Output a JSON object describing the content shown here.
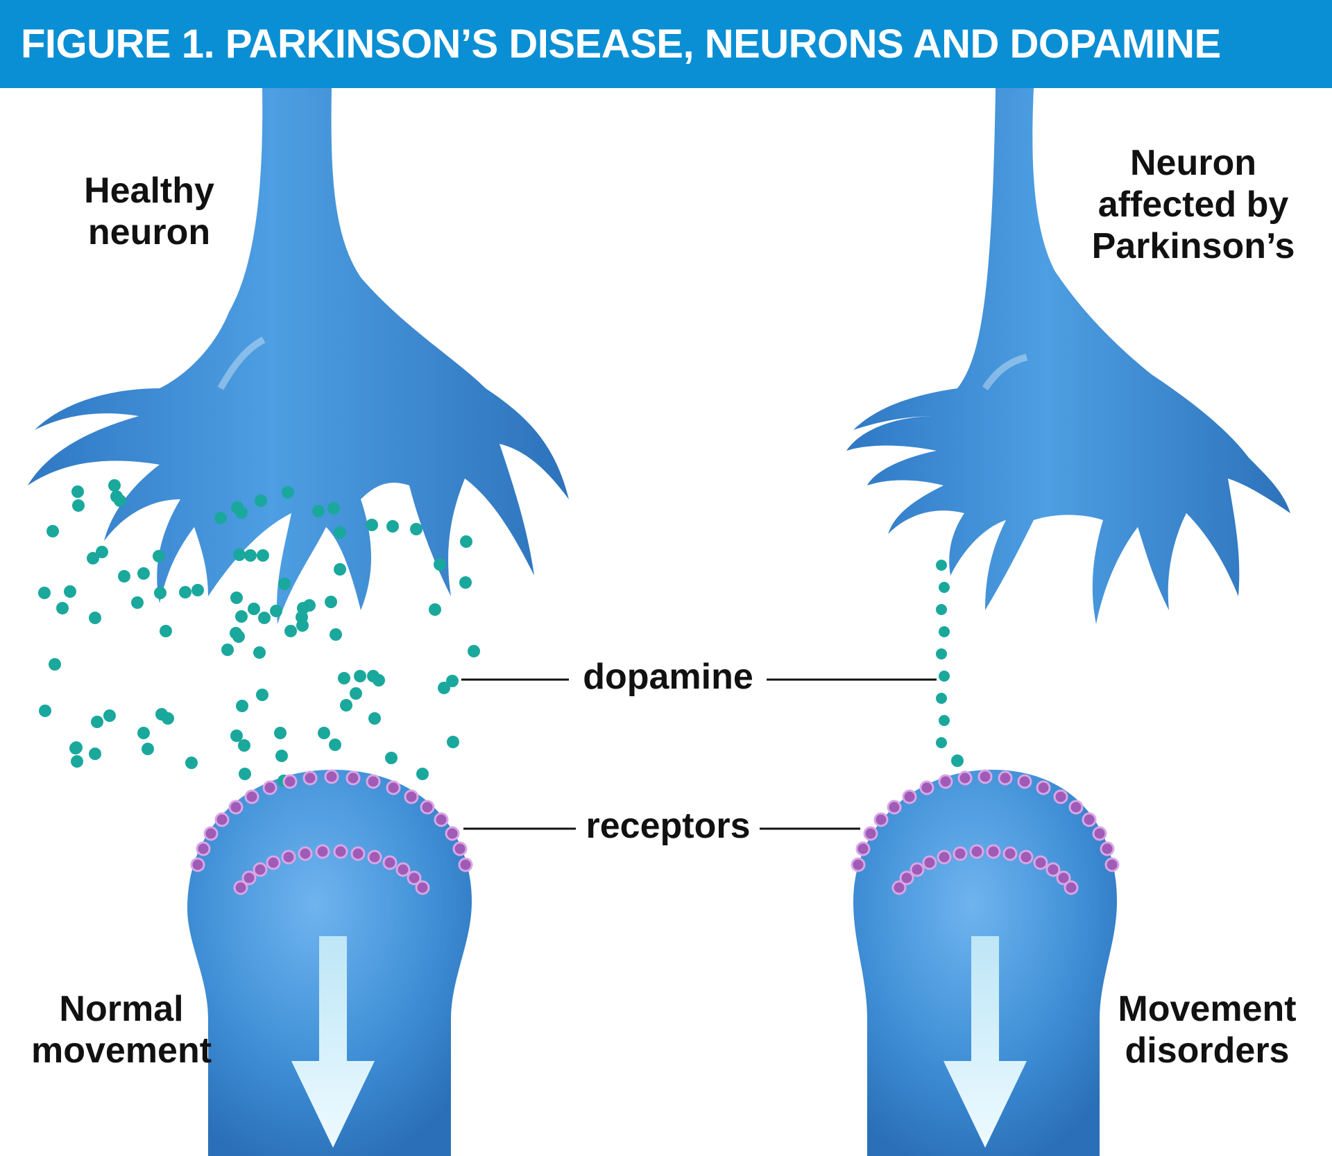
{
  "figure": {
    "title": "FIGURE 1. PARKINSON’S DISEASE, NEURONS AND DOPAMINE"
  },
  "labels": {
    "healthy": [
      "Healthy",
      "neuron"
    ],
    "affected": [
      "Neuron",
      "affected by",
      "Parkinson’s"
    ],
    "dopamine": "dopamine",
    "receptors": "receptors",
    "normal": [
      "Normal",
      "movement"
    ],
    "disorders": [
      "Movement",
      "disorders"
    ]
  },
  "colors": {
    "banner": "#0a8fd4",
    "neuron": "#3f8fd6",
    "dopamine": "#1aa89c",
    "receptor": "#a05bb6",
    "arrow": "#d6f1fb"
  }
}
